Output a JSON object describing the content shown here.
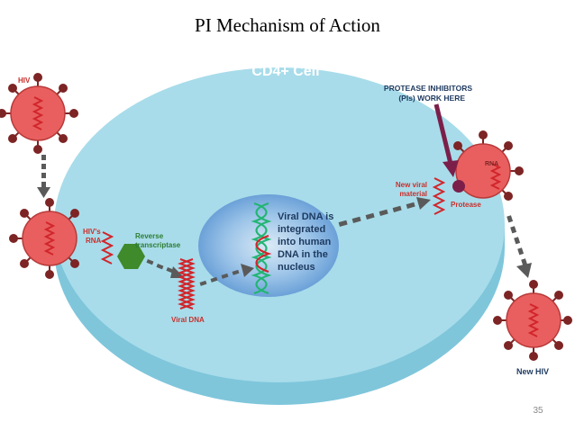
{
  "title": "PI Mechanism of Action",
  "cell_label": "CD4+ Cell",
  "labels": {
    "hiv": "HIV",
    "hiv_rna_1": "HIV's",
    "hiv_rna_2": "RNA",
    "rt_1": "Reverse",
    "rt_2": "transcriptase",
    "viral_dna": "Viral DNA",
    "nucleus_1": "Viral DNA is",
    "nucleus_2": "integrated",
    "nucleus_3": "into human",
    "nucleus_4": "DNA in the",
    "nucleus_5": "nucleus",
    "pi_1": "PROTEASE INHIBITORS",
    "pi_2": "(PIs) WORK HERE",
    "new_material_1": "New viral",
    "new_material_2": "material",
    "protease": "Protease",
    "rna": "RNA",
    "new_hiv": "New HIV"
  },
  "page_number": "35",
  "colors": {
    "cell": "#a8dcea",
    "nucleus": "#6fa7dc",
    "virus": "#e95f5f",
    "virus_spike": "#7d2424",
    "rna_red": "#d1252b",
    "dna_green": "#22b573",
    "enzyme_green": "#3f8a2a",
    "arrow_gray": "#5a5a5a",
    "pi_arrow": "#7b1f4a",
    "label_red": "#c8302c",
    "label_green": "#2e7d32",
    "label_navy": "#1e3a5f"
  }
}
